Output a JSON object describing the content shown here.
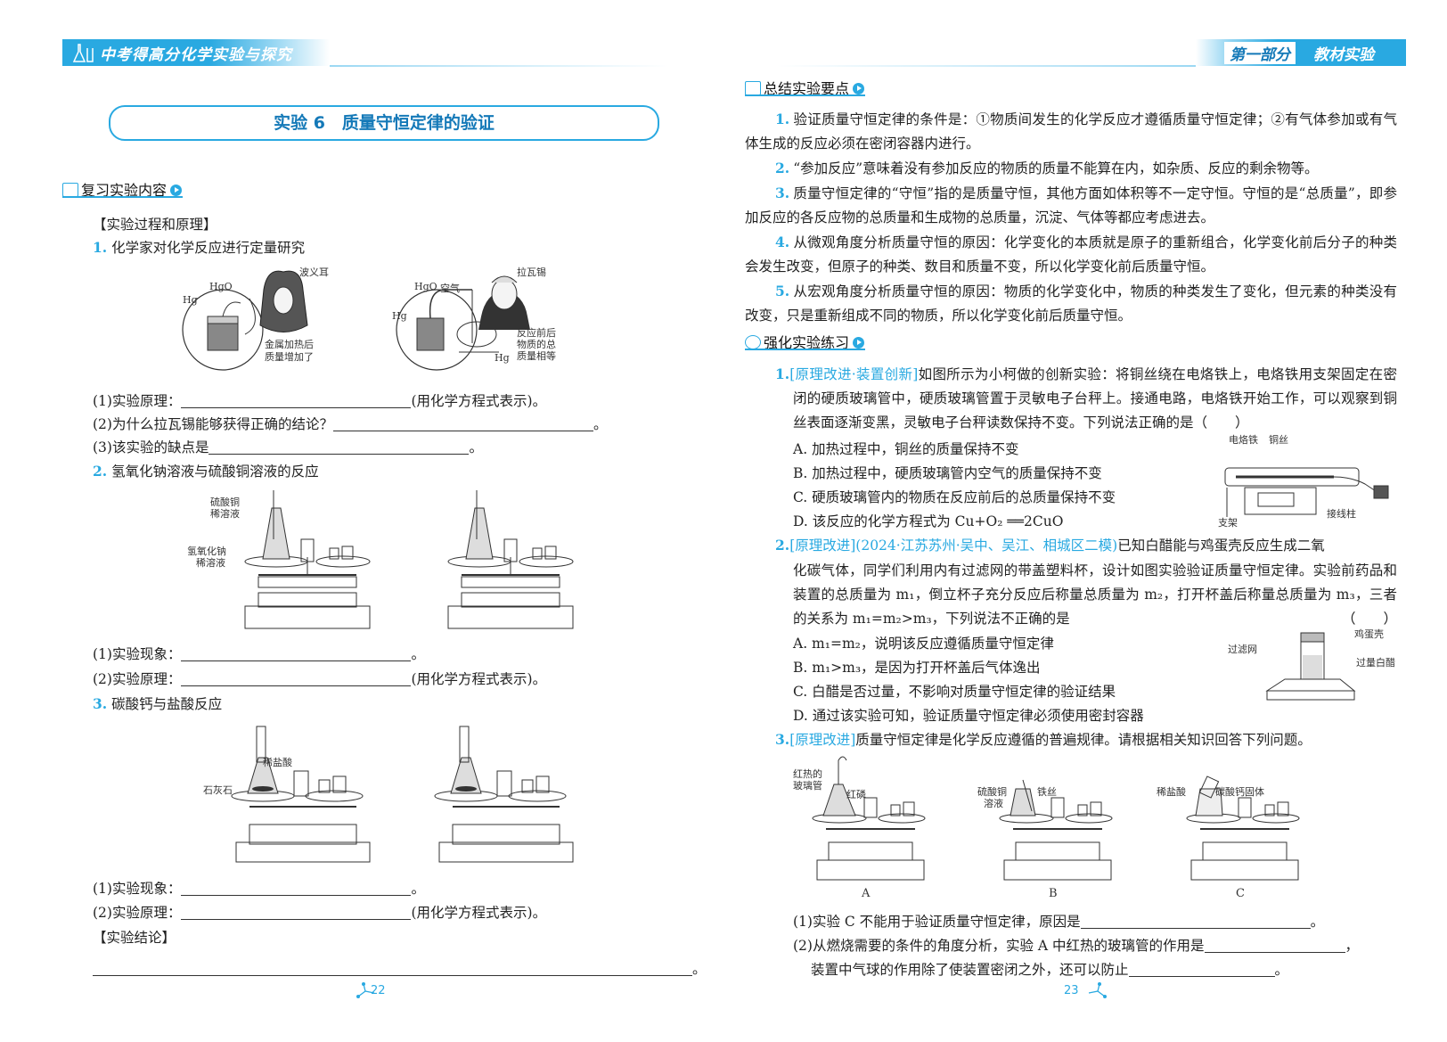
{
  "header": {
    "left_title": "中考得高分化学实验与探究",
    "right_part": "第一部分",
    "right_title": "教材实验"
  },
  "left": {
    "experiment_title": "实验 6　质量守恒定律的验证",
    "section_review": "复习实验内容",
    "process_heading": "【实验过程和原理】",
    "item1": {
      "num": "1.",
      "text": "化学家对化学反应进行定量研究"
    },
    "fig1": {
      "boyle": "波义耳",
      "lavoisier": "拉瓦锡",
      "hgo": "HgO",
      "hg": "Hg",
      "air": "空气",
      "note1_l1": "金属加热后",
      "note1_l2": "质量增加了",
      "note2_l1": "反应前后",
      "note2_l2": "物质的总",
      "note2_l3": "质量相等"
    },
    "q1_1_a": "(1)实验原理：",
    "q1_1_b": "(用化学方程式表示)。",
    "q1_2_a": "(2)为什么拉瓦锡能够获得正确的结论？",
    "q1_2_b": "。",
    "q1_3_a": "(3)该实验的缺点是",
    "q1_3_b": "。",
    "item2": {
      "num": "2.",
      "text": "氢氧化钠溶液与硫酸铜溶液的反应"
    },
    "fig2": {
      "cuso4_l1": "硫酸铜",
      "cuso4_l2": "稀溶液",
      "naoh_l1": "氢氧化钠",
      "naoh_l2": "稀溶液"
    },
    "q2_1_a": "(1)实验现象：",
    "q2_1_b": "。",
    "q2_2_a": "(2)实验原理：",
    "q2_2_b": "(用化学方程式表示)。",
    "item3": {
      "num": "3.",
      "text": "碳酸钙与盐酸反应"
    },
    "fig3": {
      "hcl": "稀盐酸",
      "limestone": "石灰石"
    },
    "q3_1_a": "(1)实验现象：",
    "q3_1_b": "。",
    "q3_2_a": "(2)实验原理：",
    "q3_2_b": "(用化学方程式表示)。",
    "conclusion_heading": "【实验结论】",
    "conclusion_end": "。",
    "page_number": "22"
  },
  "right": {
    "section_summary": "总结实验要点",
    "points": [
      {
        "num": "1.",
        "text": "验证质量守恒定律的条件是：①物质间发生的化学反应才遵循质量守恒定律；②有气体参加或有气体生成的反应必须在密闭容器内进行。"
      },
      {
        "num": "2.",
        "text": "“参加反应”意味着没有参加反应的物质的质量不能算在内，如杂质、反应的剩余物等。"
      },
      {
        "num": "3.",
        "text": "质量守恒定律的“守恒”指的是质量守恒，其他方面如体积等不一定守恒。守恒的是“总质量”，即参加反应的各反应物的总质量和生成物的总质量，沉淀、气体等都应考虑进去。"
      },
      {
        "num": "4.",
        "text": "从微观角度分析质量守恒的原因：化学变化的本质就是原子的重新组合，化学变化前后分子的种类会发生改变，但原子的种类、数目和质量不变，所以化学变化前后质量守恒。"
      },
      {
        "num": "5.",
        "text": "从宏观角度分析质量守恒的原因：物质的化学变化中，物质的种类发生了变化，但元素的种类没有改变，只是重新组成不同的物质，所以化学变化前后质量守恒。"
      }
    ],
    "section_practice": "强化实验练习",
    "ex1": {
      "num": "1.",
      "tag": "[原理改进·装置创新]",
      "stem": "如图所示为小柯做的创新实验：将铜丝绕在电烙铁上，电烙铁用支架固定在密闭的硬质玻璃管中，硬质玻璃管置于灵敏电子台秤上。接通电路，电烙铁开始工作，可以观察到铜丝表面逐渐变黑，灵敏电子台秤读数保持不变。下列说法正确的是（　　）",
      "options": [
        "A. 加热过程中，铜丝的质量保持不变",
        "B. 加热过程中，硬质玻璃管内空气的质量保持不变",
        "C. 硬质玻璃管内的物质在反应前后的总质量保持不变",
        "D. 该反应的化学方程式为 Cu+O₂ ══2CuO"
      ],
      "fig": {
        "iron": "电烙铁",
        "wire": "铜丝",
        "stand": "支架",
        "terminal": "接线柱"
      }
    },
    "ex2": {
      "num": "2.",
      "tag": "[原理改进](2024·江苏苏州·吴中、吴江、相城区二模)",
      "stem_l1": "已知白醋能与鸡蛋壳反应生成二氧",
      "stem_rest": "化碳气体，同学们利用内有过滤网的带盖塑料杯，设计如图实验验证质量守恒定律。实验前药品和装置的总质量为 m₁，倒立杯子充分反应后称量总质量为 m₂，打开杯盖后称量总质量为 m₃，三者的关系为 m₁=m₂>m₃，下列说法不正确的是",
      "paren": "（　　）",
      "options": [
        "A. m₁=m₂，说明该反应遵循质量守恒定律",
        "B. m₁>m₃，是因为打开杯盖后气体逸出",
        "C. 白醋是否过量，不影响对质量守恒定律的验证结果",
        "D. 通过该实验可知，验证质量守恒定律必须使用密封容器"
      ],
      "fig": {
        "eggshell": "鸡蛋壳",
        "filter": "过滤网",
        "vinegar": "过量白醋"
      }
    },
    "ex3": {
      "num": "3.",
      "tag": "[原理改进]",
      "stem": "质量守恒定律是化学反应遵循的普遍规律。请根据相关知识回答下列问题。",
      "fig": {
        "hot_tube_l1": "红热的",
        "hot_tube_l2": "玻璃管",
        "phosphorus": "红磷",
        "cuso4_l1": "硫酸铜",
        "cuso4_l2": "溶液",
        "iron_wire": "铁丝",
        "hcl": "稀盐酸",
        "caco3": "碳酸钙固体",
        "label_a": "A",
        "label_b": "B",
        "label_c": "C"
      },
      "q1_a": "(1)实验 C 不能用于验证质量守恒定律，原因是",
      "q1_b": "。",
      "q2_a": "(2)从燃烧需要的条件的角度分析，实验 A 中红热的玻璃管的作用是",
      "q2_b": "，",
      "q2_c": "装置中气球的作用除了使装置密闭之外，还可以防止",
      "q2_d": "。"
    },
    "page_number": "23"
  }
}
